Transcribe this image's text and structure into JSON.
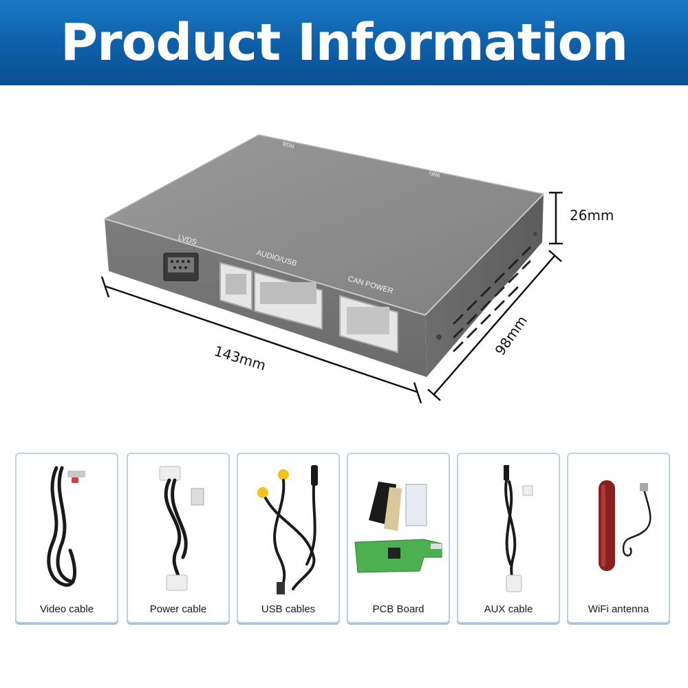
{
  "header": {
    "title": "Product Information"
  },
  "product": {
    "ports": {
      "lvds": "LVDS",
      "audio_usb": "AUDIO/USB",
      "can_power": "CAN POWER",
      "wifi": "WiFi",
      "rgb": "RGB"
    },
    "dimensions": {
      "width": "143mm",
      "depth": "98mm",
      "height": "26mm"
    }
  },
  "accessories": [
    {
      "label": "Video cable",
      "icon": "video-cable-icon"
    },
    {
      "label": "Power cable",
      "icon": "power-cable-icon"
    },
    {
      "label": "USB cables",
      "icon": "usb-cables-icon"
    },
    {
      "label": "PCB Board",
      "icon": "pcb-board-icon"
    },
    {
      "label": "AUX cable",
      "icon": "aux-cable-icon"
    },
    {
      "label": "WiFi antenna",
      "icon": "wifi-antenna-icon"
    }
  ],
  "colors": {
    "banner": "#0e5ea8",
    "box_body": "#8c8c8c",
    "card_border": "#bcd2e6"
  }
}
